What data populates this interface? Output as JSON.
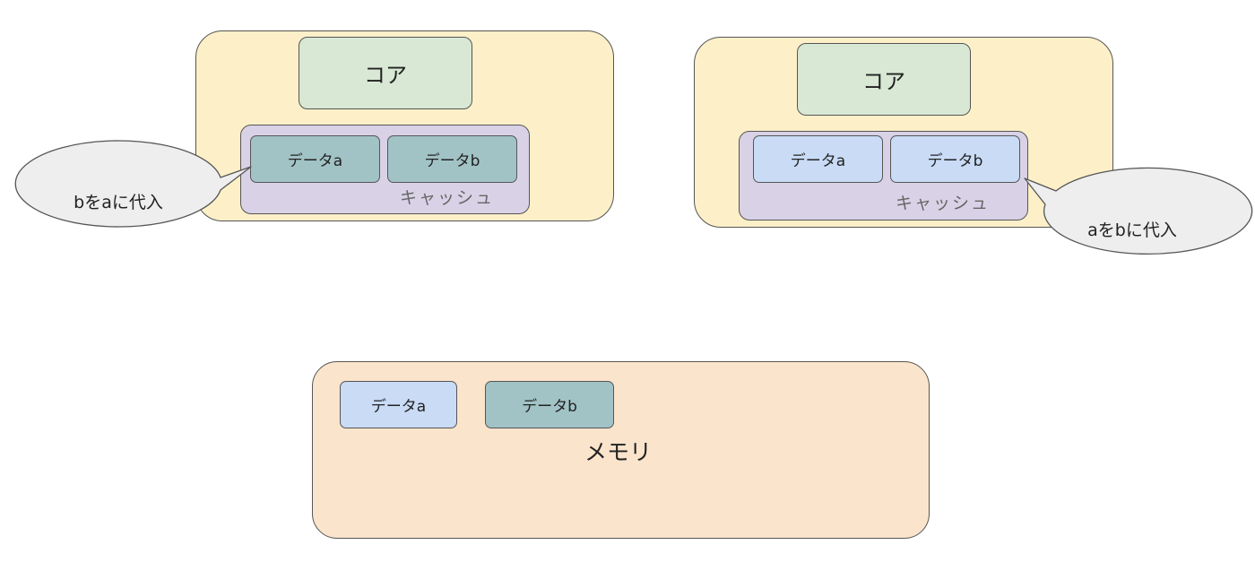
{
  "left_core": {
    "core_label": "コア",
    "cache_label": "キャッシュ",
    "cells": [
      {
        "label": "データa",
        "color": "#a2c3c6"
      },
      {
        "label": "データb",
        "color": "#a2c3c6"
      }
    ],
    "callout": "bをaに代入"
  },
  "right_core": {
    "core_label": "コア",
    "cache_label": "キャッシュ",
    "cells": [
      {
        "label": "データa",
        "color": "#c9dbf5"
      },
      {
        "label": "データb",
        "color": "#c9dbf5"
      }
    ],
    "callout": "aをbに代入"
  },
  "memory": {
    "label": "メモリ",
    "cells": [
      {
        "label": "データa",
        "color": "#c9dbf5"
      },
      {
        "label": "データb",
        "color": "#a2c3c6"
      }
    ]
  },
  "colors": {
    "core_container": "#fdf0c8",
    "core_unit": "#d8e8d4",
    "cache": "#d9d2e7",
    "memory": "#fbe4cc",
    "callout": "#eeeeee"
  }
}
